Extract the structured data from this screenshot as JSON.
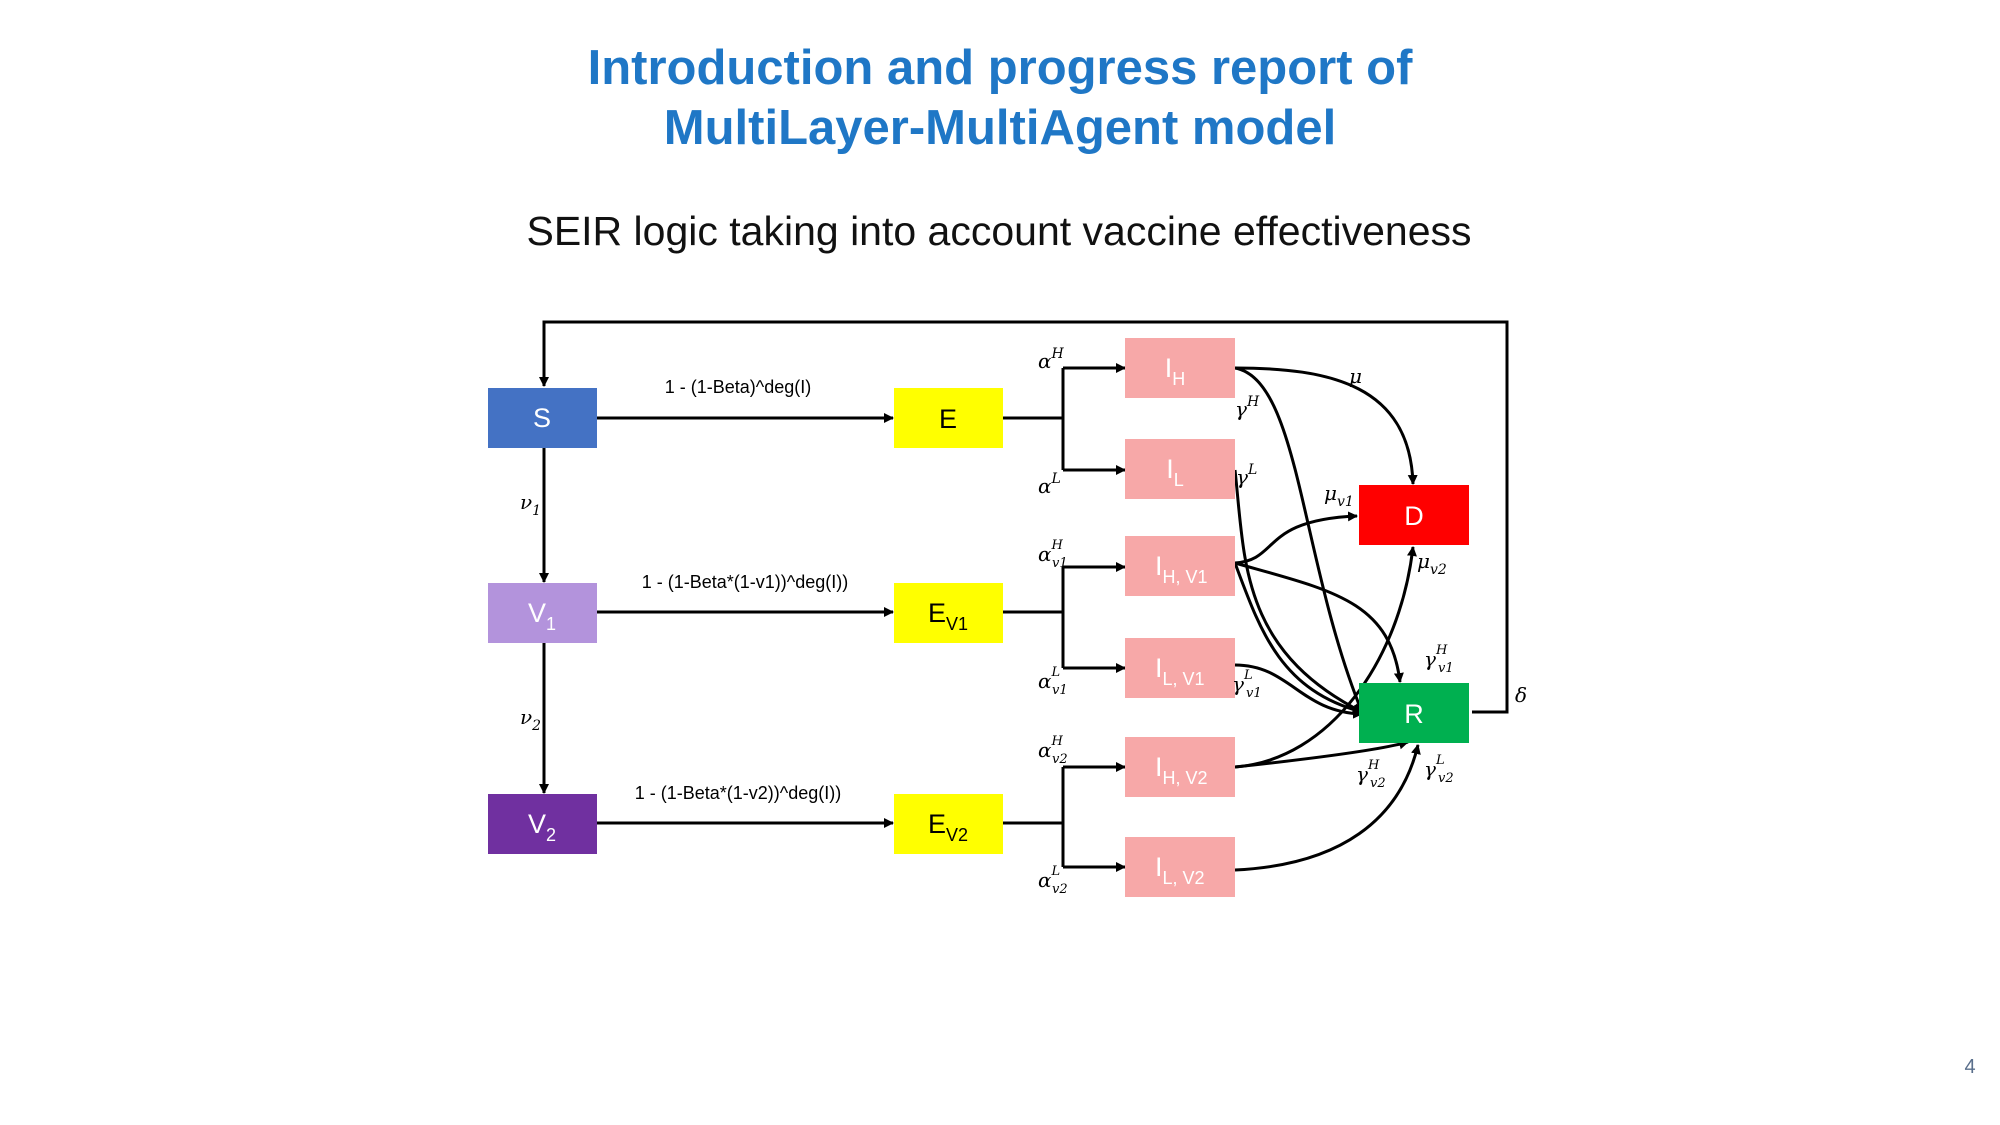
{
  "slide": {
    "title_line1": "Introduction and progress report of",
    "title_line2": "MultiLayer-MultiAgent model",
    "subtitle": "SEIR logic taking into account vaccine effectiveness",
    "page_number": "4"
  },
  "colors": {
    "title": "#1f77c6",
    "S": "#4472c4",
    "V1": "#b393dc",
    "V2": "#7030a0",
    "E": "#ffff00",
    "I": "#f7a8a8",
    "D": "#ff0000",
    "R": "#00b050"
  },
  "nodes": {
    "S": {
      "text": "S"
    },
    "V1": {
      "text": "V",
      "sub": "1"
    },
    "V2": {
      "text": "V",
      "sub": "2"
    },
    "E": {
      "text": "E"
    },
    "EV1": {
      "text": "E",
      "sub": "V1"
    },
    "EV2": {
      "text": "E",
      "sub": "V2"
    },
    "IH": {
      "text": "I",
      "sub": "H"
    },
    "IL": {
      "text": "I",
      "sub": "L"
    },
    "IHV1": {
      "text": "I",
      "sub": "H, V1"
    },
    "ILV1": {
      "text": "I",
      "sub": "L, V1"
    },
    "IHV2": {
      "text": "I",
      "sub": "H, V2"
    },
    "ILV2": {
      "text": "I",
      "sub": "L, V2"
    },
    "D": {
      "text": "D"
    },
    "R": {
      "text": "R"
    }
  },
  "rates": {
    "S_E": "1 - (1-Beta)^deg(I)",
    "V1_E": "1 - (1-Beta*(1-v1))^deg(I))",
    "V2_E": "1 - (1-Beta*(1-v2))^deg(I))"
  },
  "greek": {
    "nu1": {
      "base": "ν",
      "sub": "1"
    },
    "nu2": {
      "base": "ν",
      "sub": "2"
    },
    "aH": {
      "base": "α",
      "sup": "H"
    },
    "aL": {
      "base": "α",
      "sup": "L"
    },
    "aHv1": {
      "base": "α",
      "sup": "H",
      "sub": "v1"
    },
    "aLv1": {
      "base": "α",
      "sup": "L",
      "sub": "v1"
    },
    "aHv2": {
      "base": "α",
      "sup": "H",
      "sub": "v2"
    },
    "aLv2": {
      "base": "α",
      "sup": "L",
      "sub": "v2"
    },
    "gH": {
      "base": "γ",
      "sup": "H"
    },
    "gL": {
      "base": "γ",
      "sup": "L"
    },
    "gLv1": {
      "base": "γ",
      "sup": "L",
      "sub": "v1"
    },
    "gHv1": {
      "base": "γ",
      "sup": "H",
      "sub": "v1"
    },
    "gHv2": {
      "base": "γ",
      "sup": "H",
      "sub": "v2"
    },
    "gLv2": {
      "base": "γ",
      "sup": "L",
      "sub": "v2"
    },
    "mu": {
      "base": "μ"
    },
    "muv1": {
      "base": "μ",
      "sub": "v1"
    },
    "muv2": {
      "base": "μ",
      "sub": "v2"
    },
    "delta": {
      "base": "δ"
    }
  }
}
